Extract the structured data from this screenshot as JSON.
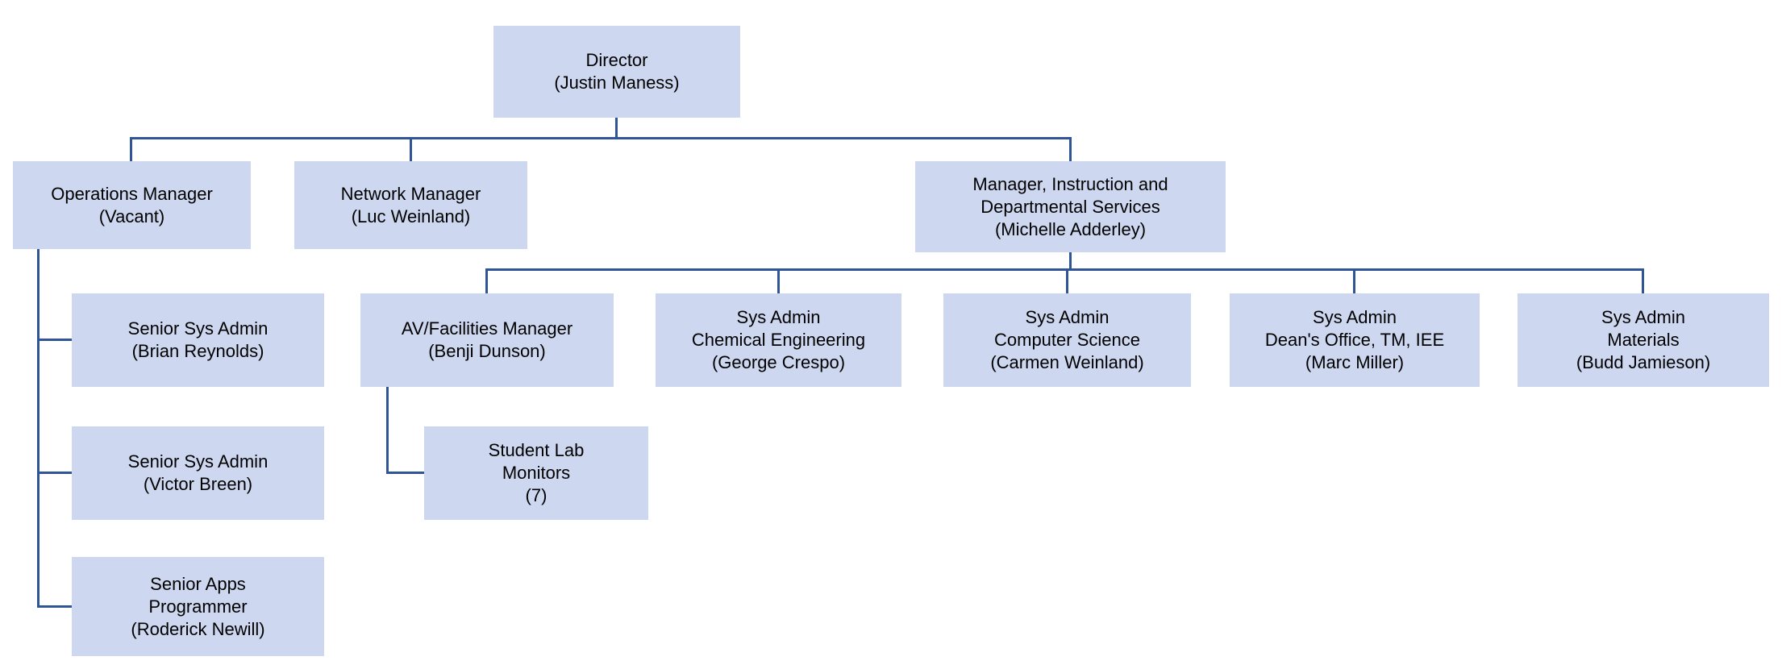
{
  "diagram": {
    "type": "org-chart",
    "colors": {
      "node_fill": "#cdd8f0",
      "connector": "#2f5597",
      "text": "#000000",
      "background": "#ffffff"
    },
    "nodes": {
      "director": {
        "lines": [
          "Director",
          "(Justin Maness)"
        ]
      },
      "operations_manager": {
        "lines": [
          "Operations Manager",
          "(Vacant)"
        ]
      },
      "network_manager": {
        "lines": [
          "Network Manager",
          "(Luc Weinland)"
        ]
      },
      "instruction_manager": {
        "lines": [
          "Manager, Instruction and",
          "Departmental Services",
          "(Michelle Adderley)"
        ]
      },
      "senior_sys_admin_reynolds": {
        "lines": [
          "Senior Sys Admin",
          "(Brian Reynolds)"
        ]
      },
      "senior_sys_admin_breen": {
        "lines": [
          "Senior Sys Admin",
          "(Victor Breen)"
        ]
      },
      "senior_apps_programmer": {
        "lines": [
          "Senior Apps",
          "Programmer",
          "(Roderick Newill)"
        ]
      },
      "av_facilities_manager": {
        "lines": [
          "AV/Facilities Manager",
          "(Benji Dunson)"
        ]
      },
      "sys_admin_chemical": {
        "lines": [
          "Sys Admin",
          "Chemical Engineering",
          "(George Crespo)"
        ]
      },
      "sys_admin_computer_science": {
        "lines": [
          "Sys Admin",
          "Computer Science",
          "(Carmen Weinland)"
        ]
      },
      "sys_admin_deans_office": {
        "lines": [
          "Sys Admin",
          "Dean's Office, TM, IEE",
          "(Marc Miller)"
        ]
      },
      "sys_admin_materials": {
        "lines": [
          "Sys Admin",
          "Materials",
          "(Budd Jamieson)"
        ]
      },
      "student_lab_monitors": {
        "lines": [
          "Student Lab",
          "Monitors",
          "(7)"
        ]
      }
    }
  }
}
